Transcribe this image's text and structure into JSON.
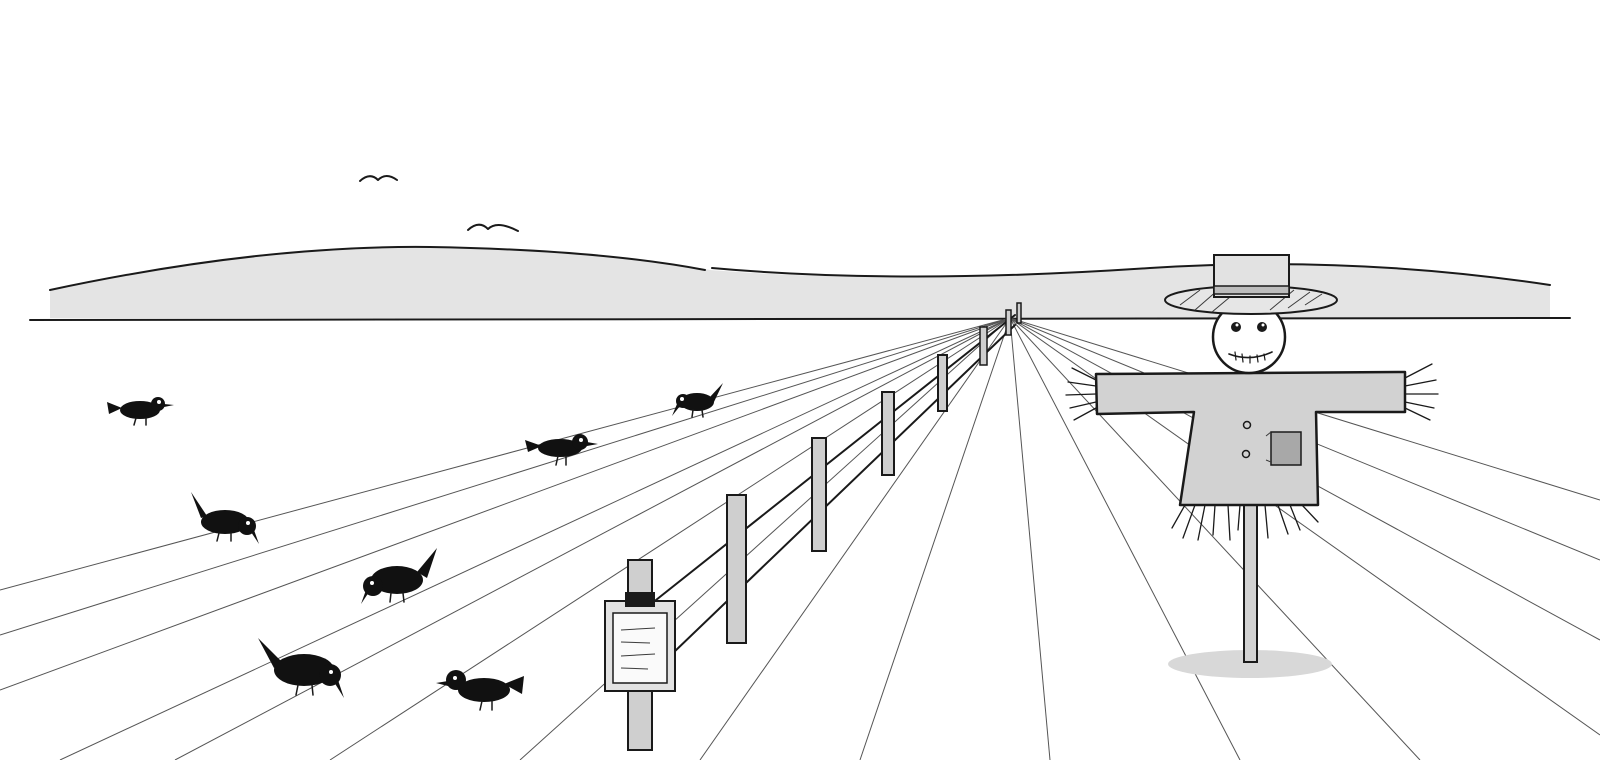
{
  "scene": {
    "title": "",
    "colors": {
      "ink": "#1a1a1a",
      "hill_fill": "#e4e4e4",
      "post_fill": "#cfcfcf",
      "scarecrow_fill": "#d2d2d2",
      "shadow": "#d8d8d8",
      "bird": "#111111"
    },
    "elements": {
      "flying_birds": 2,
      "ground_birds": 7,
      "fence_posts": 7,
      "sign_lines": 4
    }
  }
}
